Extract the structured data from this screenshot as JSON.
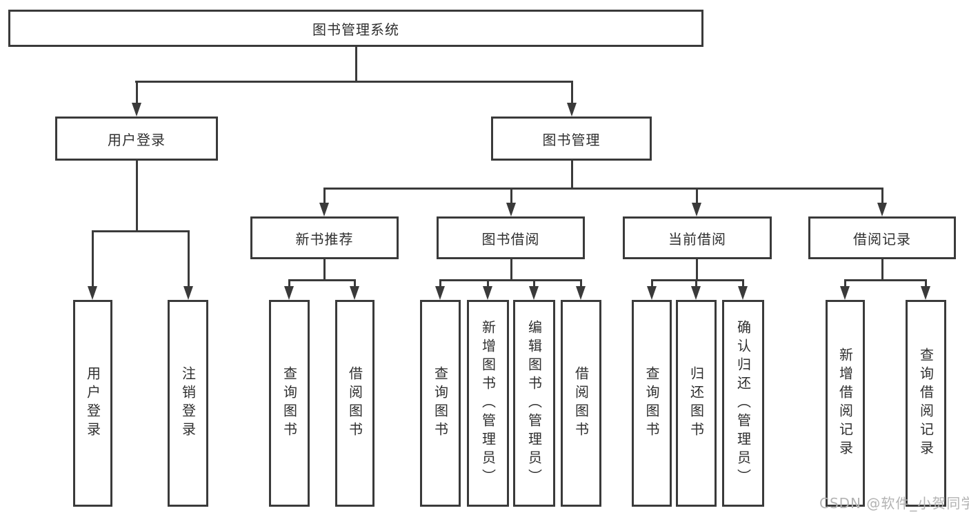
{
  "tree": {
    "root": {
      "label": "图书管理系统"
    },
    "level1": [
      {
        "label": "用户登录",
        "children": [
          "用户登录",
          "注销登录"
        ]
      },
      {
        "label": "图书管理"
      }
    ],
    "level2": [
      {
        "label": "新书推荐",
        "children": [
          "查询图书",
          "借阅图书"
        ]
      },
      {
        "label": "图书借阅",
        "children": [
          "查询图书",
          "新增图书（管理员）",
          "编辑图书（管理员）",
          "借阅图书"
        ]
      },
      {
        "label": "当前借阅",
        "children": [
          "查询图书",
          "归还图书",
          "确认归还（管理员）"
        ]
      },
      {
        "label": "借阅记录",
        "children": [
          "新增借阅记录",
          "查询借阅记录"
        ]
      }
    ]
  },
  "watermark": {
    "text": "CSDN @软件_小贺同学"
  },
  "colors": {
    "line": "#3a3a3a",
    "text": "#2f2f2f",
    "watermark": "#b3b3b3",
    "background": "#ffffff"
  }
}
